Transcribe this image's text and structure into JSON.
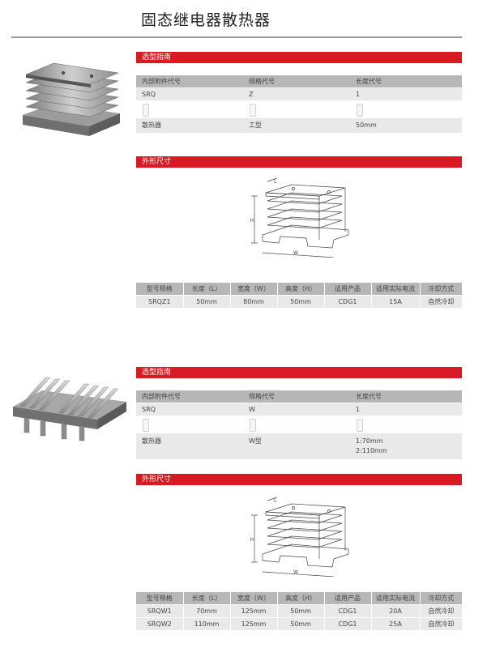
{
  "page_title": "固态继电器散热器",
  "colors": {
    "accent": "#d71a23",
    "header_gray": "#b7b7b7",
    "row_gray": "#e9e9e9"
  },
  "products": [
    {
      "selection": {
        "title": "选型指南",
        "headers": [
          "内部附件代号",
          "规格代号",
          "长度代号"
        ],
        "codes": [
          "SRQ",
          "Z",
          "1"
        ],
        "names": [
          "散热器",
          "工型",
          "50mm"
        ]
      },
      "dimensions_title": "外形尺寸",
      "diagram_labels": {
        "length": "L",
        "height": "H",
        "width": "W"
      },
      "spec": {
        "headers": [
          "型号规格",
          "长度（L）",
          "宽度（W）",
          "高度（H）",
          "适用产品",
          "适用实际电流",
          "冷却方式"
        ],
        "rows": [
          [
            "SRQZ1",
            "50mm",
            "80mm",
            "50mm",
            "CDG1",
            "15A",
            "自然冷却"
          ]
        ]
      }
    },
    {
      "selection": {
        "title": "选型指南",
        "headers": [
          "内部附件代号",
          "规格代号",
          "长度代号"
        ],
        "codes": [
          "SRQ",
          "W",
          "1"
        ],
        "names": [
          "散热器",
          "W型",
          "1:70mm"
        ],
        "names_extra": "2:110mm"
      },
      "dimensions_title": "外形尺寸",
      "diagram_labels": {
        "length": "L",
        "height": "H",
        "width": "W"
      },
      "spec": {
        "headers": [
          "型号规格",
          "长度（L）",
          "宽度（W）",
          "高度（H）",
          "适用产品",
          "适用实际电流",
          "冷却方式"
        ],
        "rows": [
          [
            "SRQW1",
            "70mm",
            "125mm",
            "50mm",
            "CDG1",
            "20A",
            "自然冷却"
          ],
          [
            "SRQW2",
            "110mm",
            "125mm",
            "50mm",
            "CDG1",
            "25A",
            "自然冷却"
          ]
        ]
      }
    }
  ]
}
